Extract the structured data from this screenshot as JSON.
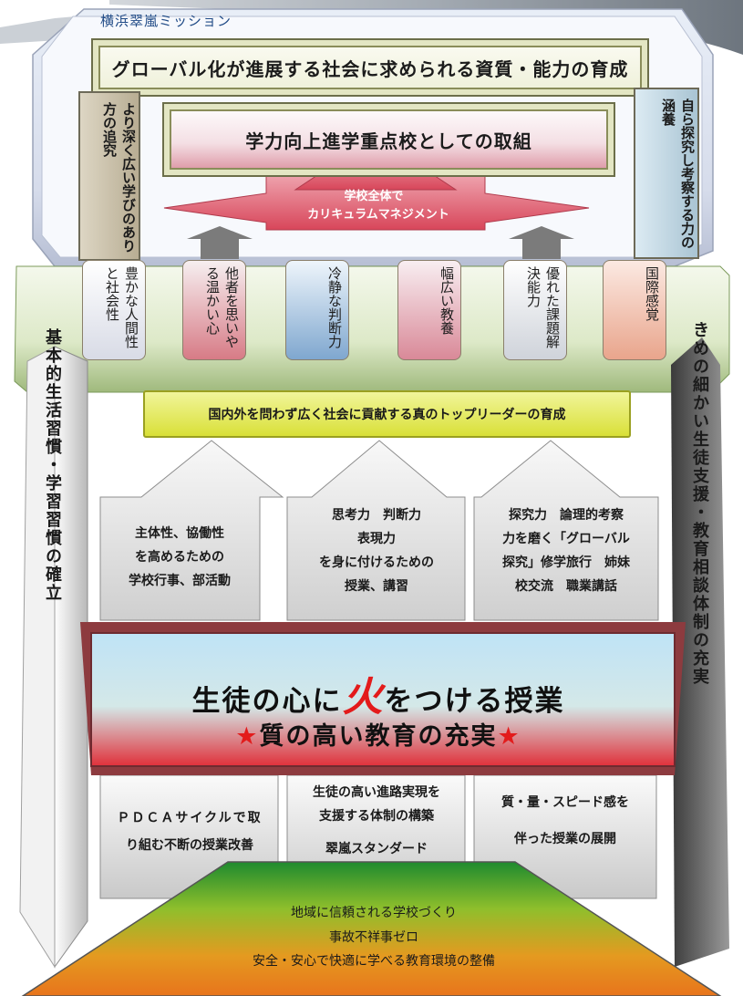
{
  "mission_title": "横浜翠嵐ミッション",
  "global_banner": "グローバル化が進展する社会に求められる資質・能力の育成",
  "gakuryoku_banner": "学力向上進学重点校としての取組",
  "left_pillar": "より深く広い学びのあり方の追究",
  "right_pillar": "自ら探究し考察する力の涵養",
  "arrow_line1": "学校全体で",
  "arrow_line2": "カリキュラムマネジメント",
  "qualities": [
    "豊かな人間性と社会性",
    "他者を思いやる温かい心",
    "冷静な判断力",
    "幅広い教養",
    "優れた課題解決能力",
    "国際感覚"
  ],
  "top_leader": "国内外を問わず広く社会に貢献する真のトップリーダーの育成",
  "pillars_mid": {
    "left": [
      "主体性、協働性",
      "を高めるための",
      "学校行事、部活動"
    ],
    "center": [
      "思考力　判断力",
      "表現力",
      "を身に付けるための",
      "授業、講習"
    ],
    "right": [
      "探究力　論理的考察",
      "力を磨く「グローバル",
      "探究」修学旅行　姉妹",
      "校交流　職業講話"
    ]
  },
  "main_banner": {
    "pre": "生徒の心に",
    "fire": "火",
    "post": "をつける授業",
    "star": "★",
    "sub": "質の高い教育の充実"
  },
  "pillars_low": {
    "left": [
      "ＰＤＣＡサイクルで取",
      "り組む不断の授業改善"
    ],
    "center": [
      "生徒の高い進路実現を",
      "支援する体制の構築",
      "翠嵐スタンダード"
    ],
    "right": [
      "質・量・スピード感を",
      "伴った授業の展開"
    ]
  },
  "left_side": "基本的生活習慣・学習習慣の確立",
  "right_side": "きめの細かい生徒支援・教育相談体制の充実",
  "base_lines": [
    "地域に信頼される学校づくり",
    "事故不祥事ゼロ",
    "安全・安心で快適に学べる教育環境の整備"
  ]
}
